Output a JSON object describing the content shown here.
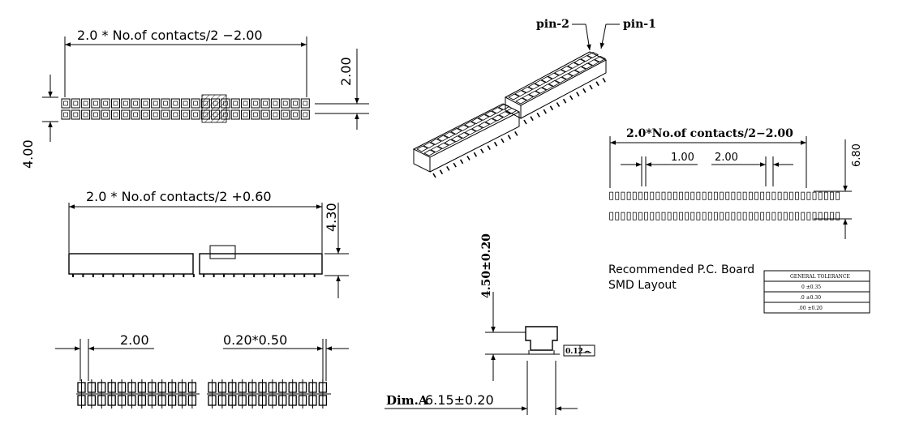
{
  "top_view": {
    "overall_dim": "2.0 * No.of contacts/2 −2.00",
    "pitch_dim": "2.00",
    "height_dim": "4.00"
  },
  "side_view": {
    "overall_dim": "2.0 * No.of contacts/2 +0.60",
    "height_dim": "4.30"
  },
  "bottom_view": {
    "pitch_dim": "2.00",
    "pin_dim": "0.20*0.50"
  },
  "iso_view": {
    "pin2_label": "pin-2",
    "pin1_label": "pin-1"
  },
  "end_view": {
    "height_dim": "4.50±0.20",
    "flatness": "0.12",
    "dim_a_label": "Dim.A",
    "dim_a_value": "6.15±0.20"
  },
  "pcb_layout": {
    "overall_dim": "2.0*No.of contacts/2−2.00",
    "pad_width_dim": "1.00",
    "pitch_dim": "2.00",
    "row_dim": "6.80",
    "caption_line1": "Recommended P.C. Board",
    "caption_line2": "SMD Layout",
    "pad_row_text": "▯▯▯▯▯▯▯▯▯▯▯▯▯▯▯▯▯▯▯▯▯▯▯▯▯▯▯▯▯▯▯▯▯▯▯▯▯▯▯▯"
  },
  "tolerance_table": {
    "title": "GENERAL TOLERANCE",
    "rows": [
      "0   ±0.35",
      ".0   ±0.30",
      ".00   ±0.20"
    ]
  }
}
